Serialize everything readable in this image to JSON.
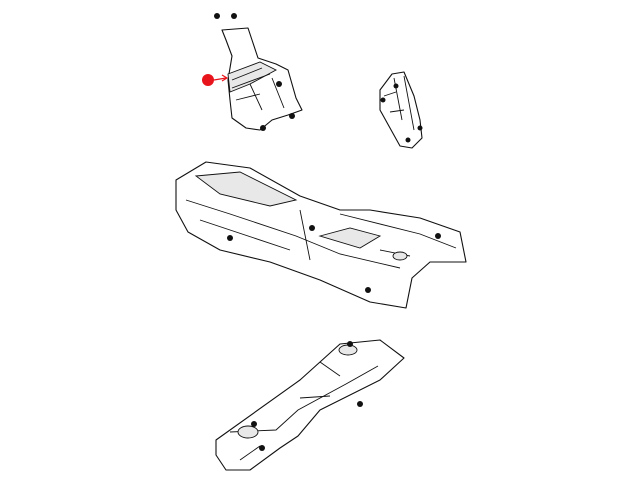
{
  "diagram": {
    "parts": [
      {
        "id": "upper-left-heat-shield",
        "highlighted": true
      },
      {
        "id": "upper-right-heat-shield",
        "highlighted": false
      },
      {
        "id": "center-tunnel-heat-shield",
        "highlighted": false
      },
      {
        "id": "rear-heat-shield",
        "highlighted": false
      }
    ],
    "marker_color": "#e8141b",
    "line_color": "#111111"
  }
}
